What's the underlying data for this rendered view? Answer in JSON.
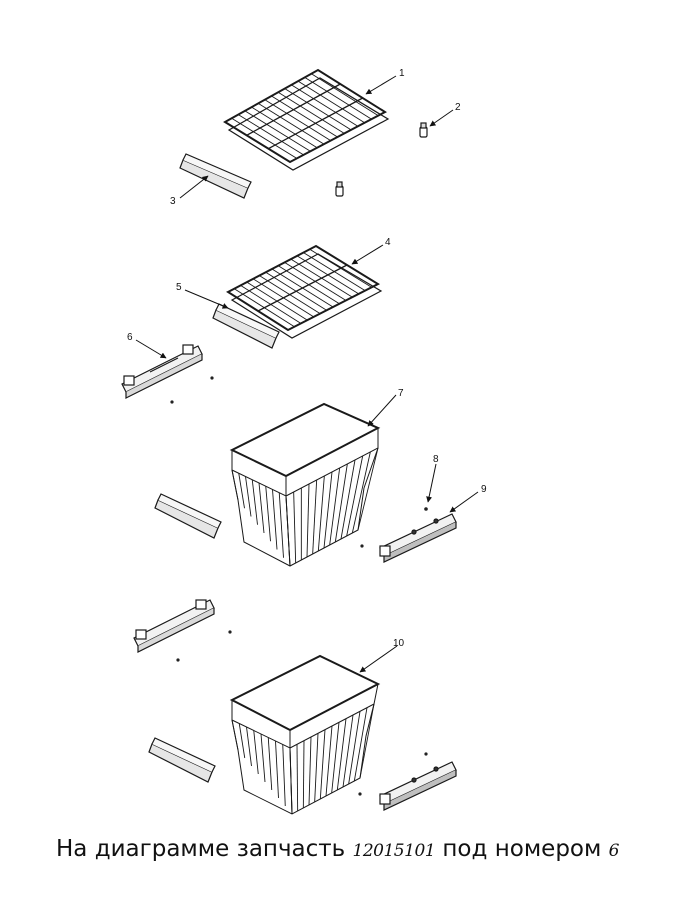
{
  "parts": [
    {
      "number": "1",
      "label": "1"
    },
    {
      "number": "2",
      "label": "2"
    },
    {
      "number": "3",
      "label": "3"
    },
    {
      "number": "4",
      "label": "4"
    },
    {
      "number": "5",
      "label": "5"
    },
    {
      "number": "6",
      "label": "6"
    },
    {
      "number": "7",
      "label": "7"
    },
    {
      "number": "8",
      "label": "8"
    },
    {
      "number": "9",
      "label": "9"
    },
    {
      "number": "10",
      "label": "10"
    }
  ],
  "caption": {
    "prefix": "На диаграмме запчасть",
    "part_code": "12015101",
    "middle": "под номером",
    "part_number": "6"
  }
}
